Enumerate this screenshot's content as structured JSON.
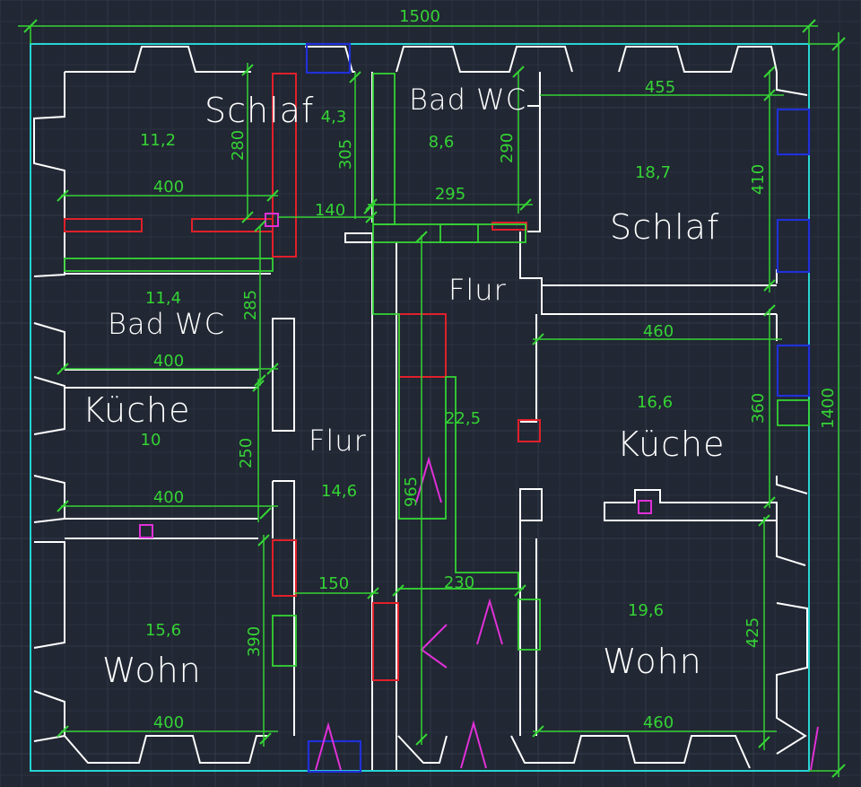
{
  "overall": {
    "width": "1500",
    "height": "1400"
  },
  "rooms": [
    {
      "name": "Schlaf",
      "area": "11,2"
    },
    {
      "name": "Bad WC",
      "area": "11,4"
    },
    {
      "name": "Küche",
      "area": "10"
    },
    {
      "name": "Wohn",
      "area": "15,6"
    },
    {
      "name": "",
      "area": "4,3"
    },
    {
      "name": "Bad WC",
      "area": "8,6"
    },
    {
      "name": "Flur",
      "area": "14,6"
    },
    {
      "name": "Flur",
      "area": "22,5"
    },
    {
      "name": "Schlaf",
      "area": "18,7"
    },
    {
      "name": "Küche",
      "area": "16,6"
    },
    {
      "name": "Wohn",
      "area": "19,6"
    }
  ],
  "dimensions": {
    "left_schlaf_width": "400",
    "left_schlaf_height": "280",
    "bad_left_width": "400",
    "bad_left_height": "285",
    "kueche_left_width": "400",
    "kueche_left_height": "250",
    "wohn_left_width": "400",
    "wohn_left_height": "390",
    "small_room_width": "140",
    "small_room_height": "305",
    "bad_right_width": "295",
    "bad_right_height": "290",
    "schlaf_right_width": "455",
    "schlaf_right_height": "410",
    "kueche_right_width": "460",
    "kueche_right_height": "360",
    "wohn_right_width": "460",
    "wohn_right_height": "425",
    "flur_left_width": "150",
    "flur_right_width": "230",
    "flur_right_length": "965"
  },
  "colors": {
    "background": "#212733",
    "walls": "#ffffff",
    "dimensions": "#35d335",
    "outline": "#29d3d3",
    "doors": "#e0202a",
    "windows": "#2030d8",
    "chimneys": "#e030d8"
  }
}
